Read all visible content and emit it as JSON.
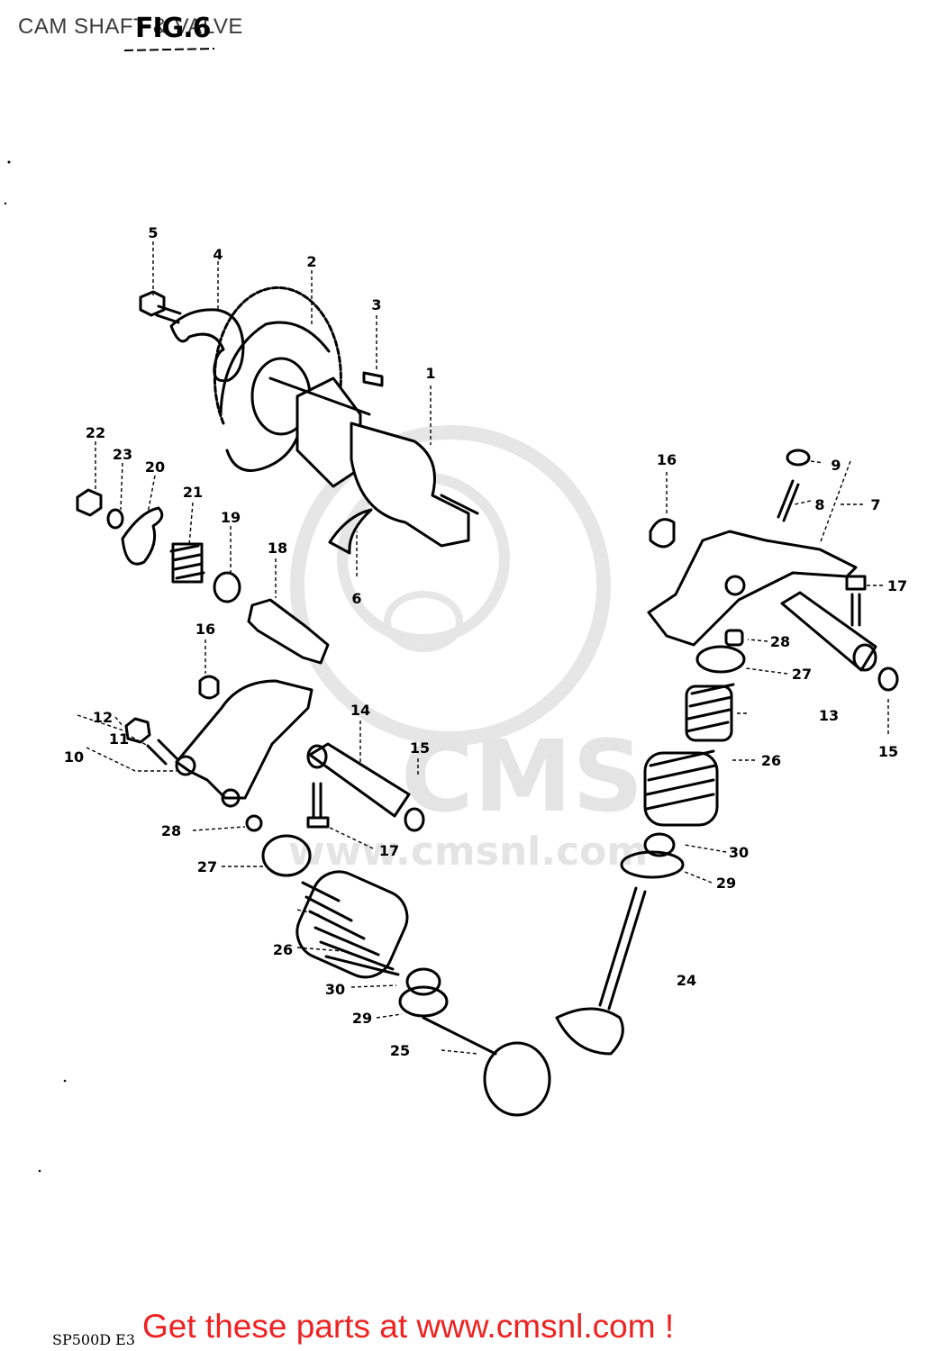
{
  "title": "CAM SHAFT & VALVE",
  "figure_label": "FIG.6",
  "diagram_code": "SP500D E3",
  "watermark": {
    "brand": "CMS",
    "url": "www.cmsnl.com"
  },
  "call_to_action": "Get these parts at www.cmsnl.com !",
  "callouts": [
    {
      "id": "c1",
      "text": "1"
    },
    {
      "id": "c2",
      "text": "2"
    },
    {
      "id": "c3",
      "text": "3"
    },
    {
      "id": "c4",
      "text": "4"
    },
    {
      "id": "c5",
      "text": "5"
    },
    {
      "id": "c6",
      "text": "6"
    },
    {
      "id": "c7",
      "text": "7"
    },
    {
      "id": "c8",
      "text": "8"
    },
    {
      "id": "c9",
      "text": "9"
    },
    {
      "id": "c10",
      "text": "10"
    },
    {
      "id": "c11",
      "text": "11"
    },
    {
      "id": "c12",
      "text": "12"
    },
    {
      "id": "c13",
      "text": "13"
    },
    {
      "id": "c14",
      "text": "14"
    },
    {
      "id": "c15a",
      "text": "15"
    },
    {
      "id": "c15b",
      "text": "15"
    },
    {
      "id": "c16a",
      "text": "16"
    },
    {
      "id": "c16b",
      "text": "16"
    },
    {
      "id": "c17a",
      "text": "17"
    },
    {
      "id": "c17b",
      "text": "17"
    },
    {
      "id": "c18",
      "text": "18"
    },
    {
      "id": "c19",
      "text": "19"
    },
    {
      "id": "c20",
      "text": "20"
    },
    {
      "id": "c21",
      "text": "21"
    },
    {
      "id": "c22",
      "text": "22"
    },
    {
      "id": "c23",
      "text": "23"
    },
    {
      "id": "c24",
      "text": "24"
    },
    {
      "id": "c25",
      "text": "25"
    },
    {
      "id": "c26a",
      "text": "26"
    },
    {
      "id": "c26b",
      "text": "26"
    },
    {
      "id": "c27a",
      "text": "27"
    },
    {
      "id": "c27b",
      "text": "27"
    },
    {
      "id": "c28a",
      "text": "28"
    },
    {
      "id": "c28b",
      "text": "28"
    },
    {
      "id": "c29a",
      "text": "29"
    },
    {
      "id": "c29b",
      "text": "29"
    },
    {
      "id": "c30a",
      "text": "30"
    },
    {
      "id": "c30b",
      "text": "30"
    }
  ]
}
